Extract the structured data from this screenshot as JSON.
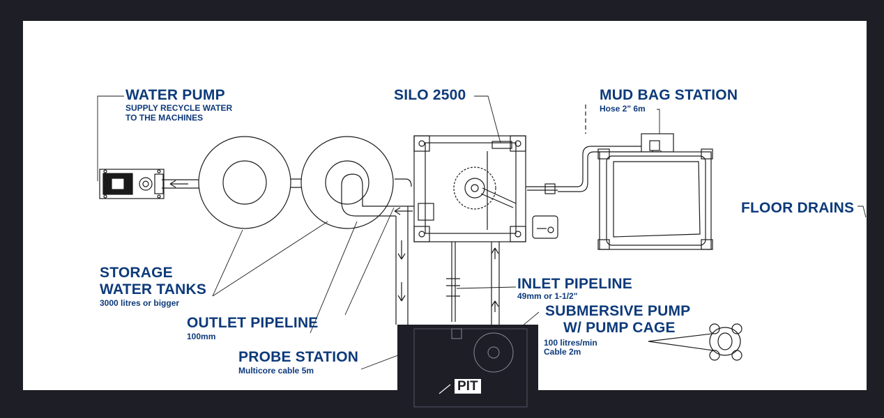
{
  "labels": {
    "water_pump": {
      "title": "WATER PUMP",
      "sub1": "SUPPLY RECYCLE WATER",
      "sub2": "TO THE MACHINES"
    },
    "silo": {
      "title": "SILO 2500"
    },
    "mud_bag": {
      "title": "MUD BAG STATION",
      "sub": "Hose 2\" 6m"
    },
    "floor_drains": {
      "title": "FLOOR DRAINS"
    },
    "storage": {
      "title1": "STORAGE",
      "title2": "WATER TANKS",
      "sub": "3000 litres or bigger"
    },
    "outlet": {
      "title": "OUTLET PIPELINE",
      "sub": "100mm"
    },
    "probe": {
      "title": "PROBE STATION",
      "sub": "Multicore cable 5m"
    },
    "inlet": {
      "title": "INLET PIPELINE",
      "sub": "49mm or 1-1/2\""
    },
    "pump": {
      "title1": "SUBMERSIVE PUMP",
      "title2": "W/ PUMP CAGE",
      "sub1": "100 litres/min",
      "sub2": "Cable 2m"
    },
    "pit": {
      "title": "PIT"
    }
  },
  "colors": {
    "label_blue": "#0d3a7a",
    "frame": "#1e1e26",
    "drawing": "#ffffff",
    "line": "#1a1a1a"
  }
}
